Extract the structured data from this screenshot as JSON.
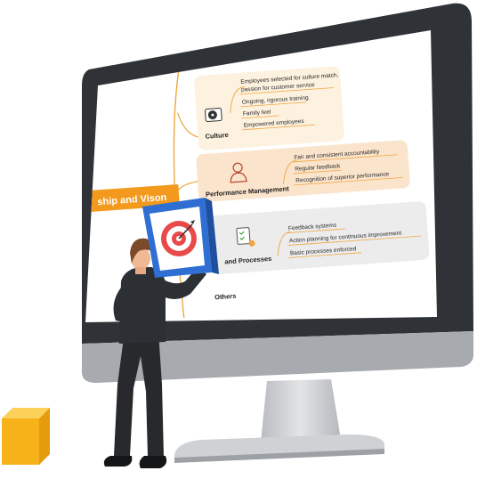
{
  "mindmap": {
    "root_label": "ship and Vison",
    "branches": [
      {
        "label": "Culture",
        "icon": "vinyl-record-icon",
        "items": [
          "Employees selected for culture match,",
          "passion for customer service",
          "Ongoing, rigorous training",
          "Family feel",
          "Empowered employees"
        ]
      },
      {
        "label": "Performance Management",
        "icon": "person-avatar-icon",
        "items": [
          "Fair and consistent accountability",
          "Regular feedback",
          "Recognition of superior performance"
        ]
      },
      {
        "label": "and Processes",
        "icon": "checklist-icon",
        "items": [
          "Feedback systems",
          "Action planning for continuous improvement",
          "Basic processes enforced"
        ]
      },
      {
        "label": "Others",
        "items": []
      }
    ]
  },
  "decor": {
    "held_frame_icon": "target-dartboard-icon",
    "colors": {
      "banner": "#f39a1e",
      "monitor_bezel": "#2f3337",
      "monitor_chin": "#a7aaae",
      "frame_blue": "#2f6fd3",
      "cube": "#f7b21a"
    }
  }
}
